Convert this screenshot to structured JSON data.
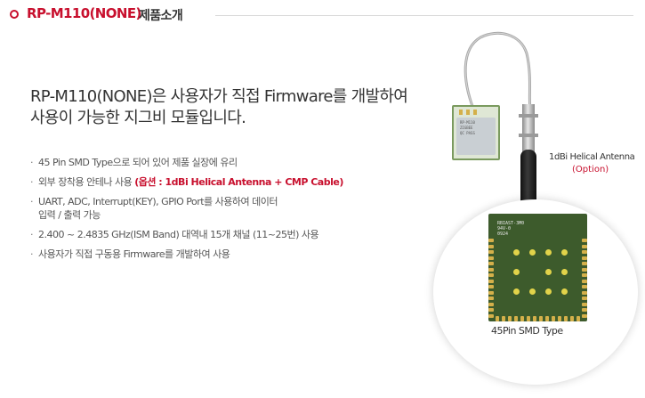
{
  "header": {
    "model_title": "RP-M110(NONE)",
    "intro_word": "제품소개"
  },
  "headline": {
    "line1": "RP-M110(NONE)은 사용자가 직접 Firmware를 개발하여",
    "line2": "사용이 가능한 지그비 모듈입니다."
  },
  "features": [
    {
      "text": "45 Pin SMD Type으로 되어 있어 제품 실장에 유리"
    },
    {
      "text": "외부 장착용 안테나 사용",
      "highlight": "(옵션 : 1dBi Helical Antenna + CMP Cable)"
    },
    {
      "text": "UART, ADC, Interrupt(KEY), GPIO Port를 사용하여 데이터",
      "continuation": "입력 / 출력 가능"
    },
    {
      "text": "2.400 ~ 2.4835 GHz(ISM Band) 대역내 15개 채널 (11~25번) 사용"
    },
    {
      "text": "사용자가 직접 구동용 Firmware를 개발하여 사용"
    }
  ],
  "antenna": {
    "label": "1dBi Helical Antenna",
    "option": "(Option)"
  },
  "module_chip": {
    "marking_1": "RP-M110",
    "marking_2": "ZIGBEE",
    "marking_3": "QC PASS"
  },
  "pcb": {
    "marking_1": "RBIAST-3M0",
    "marking_2": "94V-0",
    "marking_3": "0924",
    "label": "45Pin SMD Type"
  },
  "colors": {
    "accent": "#c8102e",
    "pcb_green": "#3d5b2c",
    "pad_gold": "#d4b04a"
  }
}
